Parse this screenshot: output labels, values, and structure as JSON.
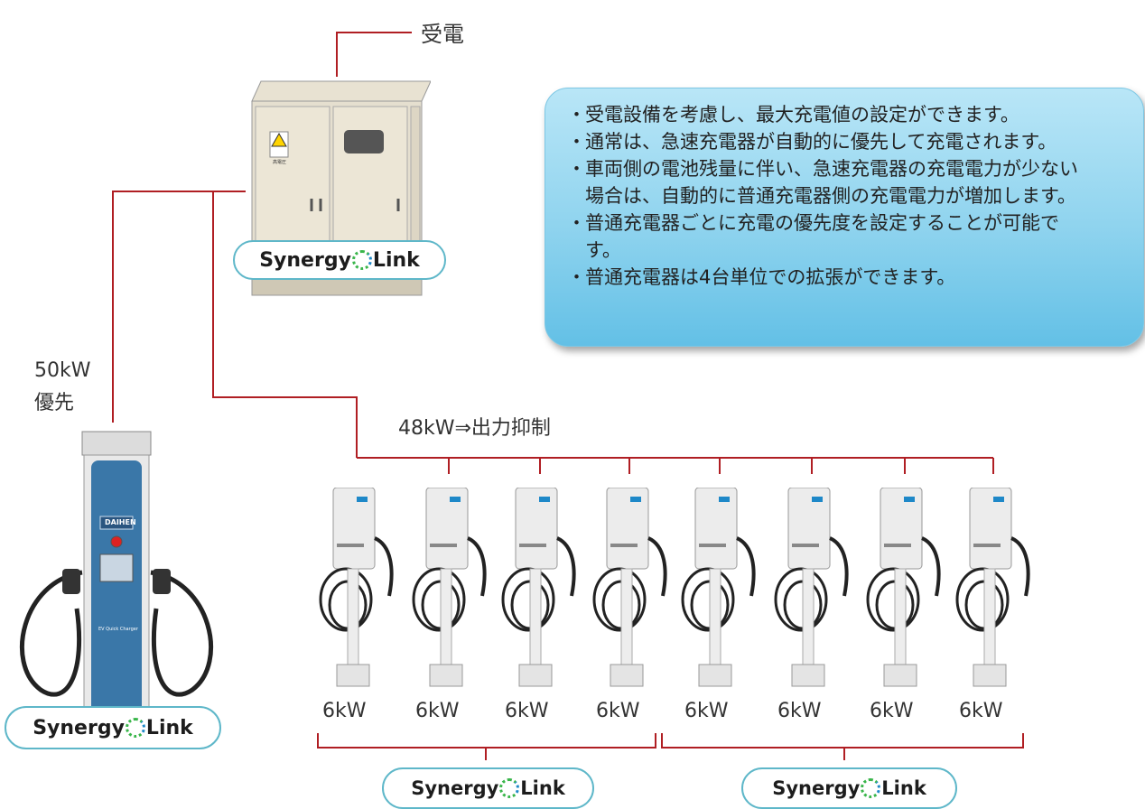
{
  "labels": {
    "power_receiving": "受電",
    "quick_charger_power": "50kW",
    "quick_charger_priority": "優先",
    "output_limit": "48kW⇒出力抑制"
  },
  "notes": [
    "受電設備を考慮し、最大充電値の設定ができます。",
    "通常は、急速充電器が自動的に優先して充電されます。",
    "車両側の電池残量に伴い、急速充電器の充電電力が少ない場合は、自動的に普通充電器側の充電電力が増加します。",
    "普通充電器ごとに充電の優先度を設定することが可能です。",
    "普通充電器は4台単位での拡張ができます。"
  ],
  "chargers": [
    {
      "power": "6kW"
    },
    {
      "power": "6kW"
    },
    {
      "power": "6kW"
    },
    {
      "power": "6kW"
    },
    {
      "power": "6kW"
    },
    {
      "power": "6kW"
    },
    {
      "power": "6kW"
    },
    {
      "power": "6kW"
    }
  ],
  "logo_text": {
    "left": "Synergy",
    "right": "Link"
  },
  "quick_charger_brand": "DAIHEN",
  "quick_charger_model": "EV Quick Charger",
  "cabinet_warning": "高電圧",
  "colors": {
    "wire": "#b01e23",
    "logo_border": "#5eb7c9",
    "note_box": "#8ed3ee",
    "charger_accent": "#1e88c8"
  }
}
